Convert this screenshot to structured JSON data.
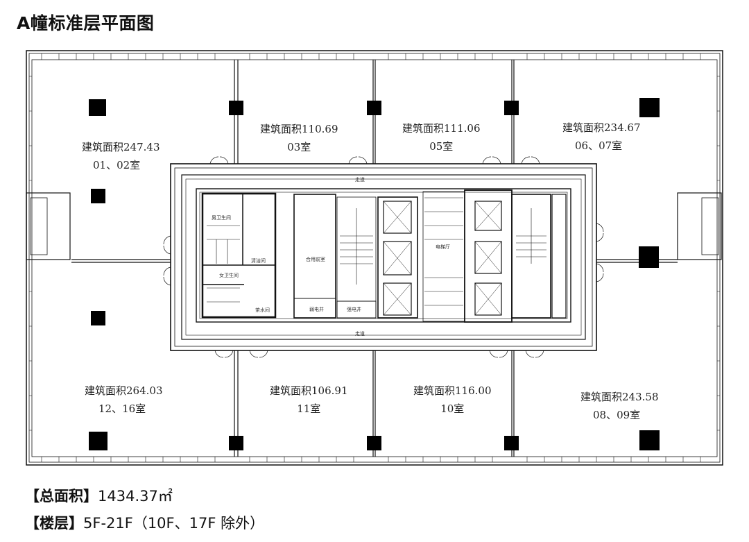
{
  "title": "A幢标准层平面图",
  "rooms": [
    {
      "area": "建筑面积247.43",
      "no": "01、02室"
    },
    {
      "area": "建筑面积110.69",
      "no": "03室"
    },
    {
      "area": "建筑面积111.06",
      "no": "05室"
    },
    {
      "area": "建筑面积234.67",
      "no": "06、07室"
    },
    {
      "area": "建筑面积264.03",
      "no": "12、16室"
    },
    {
      "area": "建筑面积106.91",
      "no": "11室"
    },
    {
      "area": "建筑面积116.00",
      "no": "10室"
    },
    {
      "area": "建筑面积243.58",
      "no": "08、09室"
    }
  ],
  "core_labels": {
    "corridor_top": "走道",
    "corridor_bottom": "走道",
    "elevator_hall": "电梯厅",
    "male_wc": "男卫生间",
    "female_wc": "女卫生间",
    "tea_room": "茶水间",
    "cleaning": "清洁间",
    "pipe_room": "合用前室",
    "weak_elec": "弱电井",
    "strong_elec": "强电井"
  },
  "info": {
    "area_label": "【总面积】",
    "area_value": "1434.37㎡",
    "floor_label": "【楼层】",
    "floor_value": "5F-21F（10F、17F 除外）"
  }
}
